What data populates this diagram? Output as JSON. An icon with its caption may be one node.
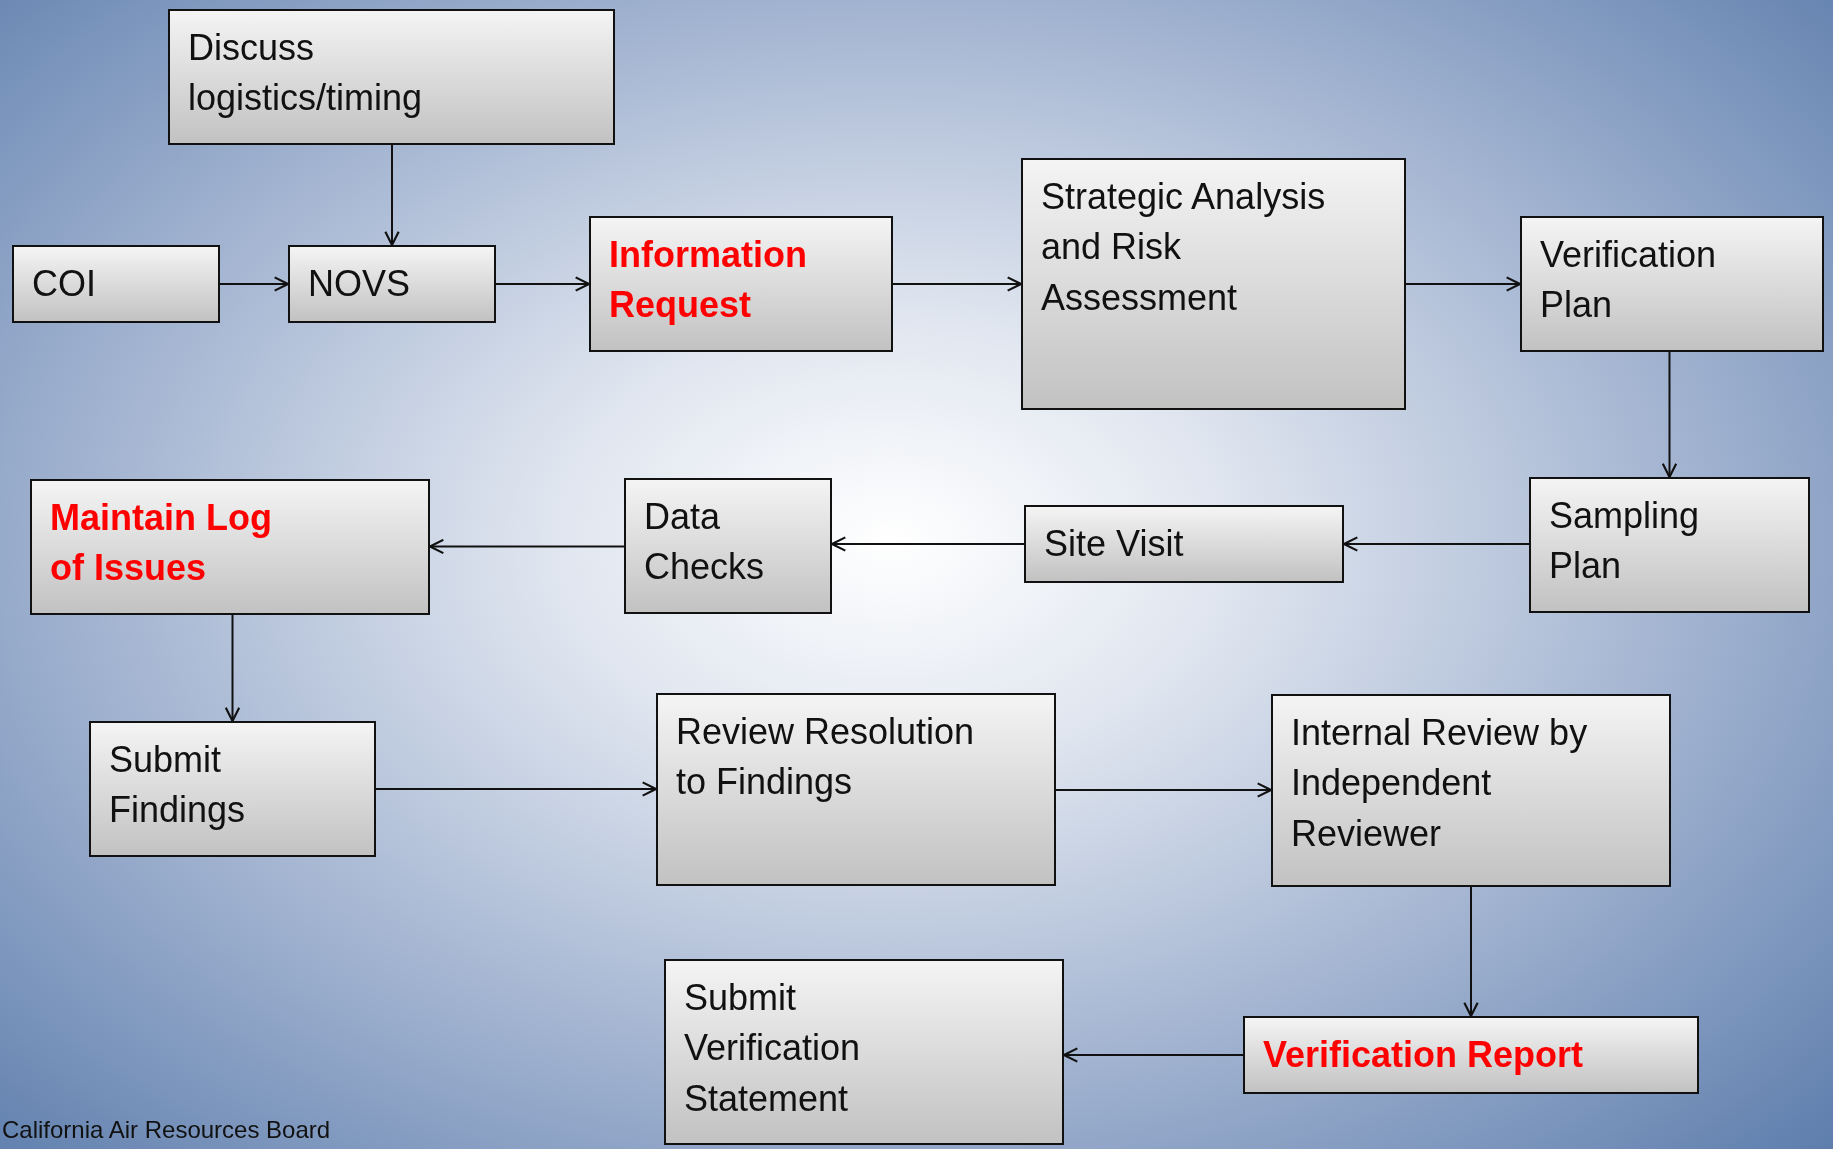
{
  "diagram": {
    "nodes": [
      {
        "text": [
          "Discuss logistics/timing"
        ]
      },
      {
        "text": [
          "COI"
        ]
      },
      {
        "text": [
          "NOVS"
        ]
      },
      {
        "text": [
          "Information Request"
        ]
      },
      {
        "text": [
          "Strategic Analysis and Risk Assessment"
        ]
      },
      {
        "text": [
          "Verification Plan"
        ]
      },
      {
        "text": [
          "Sampling Plan"
        ]
      },
      {
        "text": [
          "Site Visit"
        ]
      },
      {
        "text": [
          "Data Checks"
        ]
      },
      {
        "text": [
          "Maintain Log of Issues"
        ]
      },
      {
        "text": [
          "Submit Findings"
        ]
      },
      {
        "text": [
          "Review Resolution to Findings"
        ]
      },
      {
        "text": [
          "Internal Review by Independent Reviewer"
        ]
      },
      {
        "text": [
          "Verification Report"
        ]
      },
      {
        "text": [
          "Submit Verification Statement"
        ]
      }
    ],
    "edges": [
      {
        "from": 0,
        "to": 2,
        "arrow": "to"
      },
      {
        "from": 1,
        "to": 2,
        "arrow": "to"
      },
      {
        "from": 2,
        "to": 3,
        "arrow": "to"
      },
      {
        "from": 3,
        "to": 4,
        "arrow": "to"
      },
      {
        "from": 4,
        "to": 5,
        "arrow": "to"
      },
      {
        "from": 5,
        "to": 6,
        "arrow": "to"
      },
      {
        "from": 6,
        "to": 7,
        "arrow": "to"
      },
      {
        "from": 7,
        "to": 8,
        "arrow": "to"
      },
      {
        "from": 8,
        "to": 9,
        "arrow": "to"
      },
      {
        "from": 9,
        "to": 10,
        "arrow": "to"
      },
      {
        "from": 10,
        "to": 11,
        "arrow": "to"
      },
      {
        "from": 11,
        "to": 12,
        "arrow": "to"
      },
      {
        "from": 12,
        "to": 13,
        "arrow": "to"
      },
      {
        "from": 13,
        "to": 14,
        "arrow": "to"
      }
    ],
    "labels": [
      "California Air Resources Board"
    ]
  }
}
